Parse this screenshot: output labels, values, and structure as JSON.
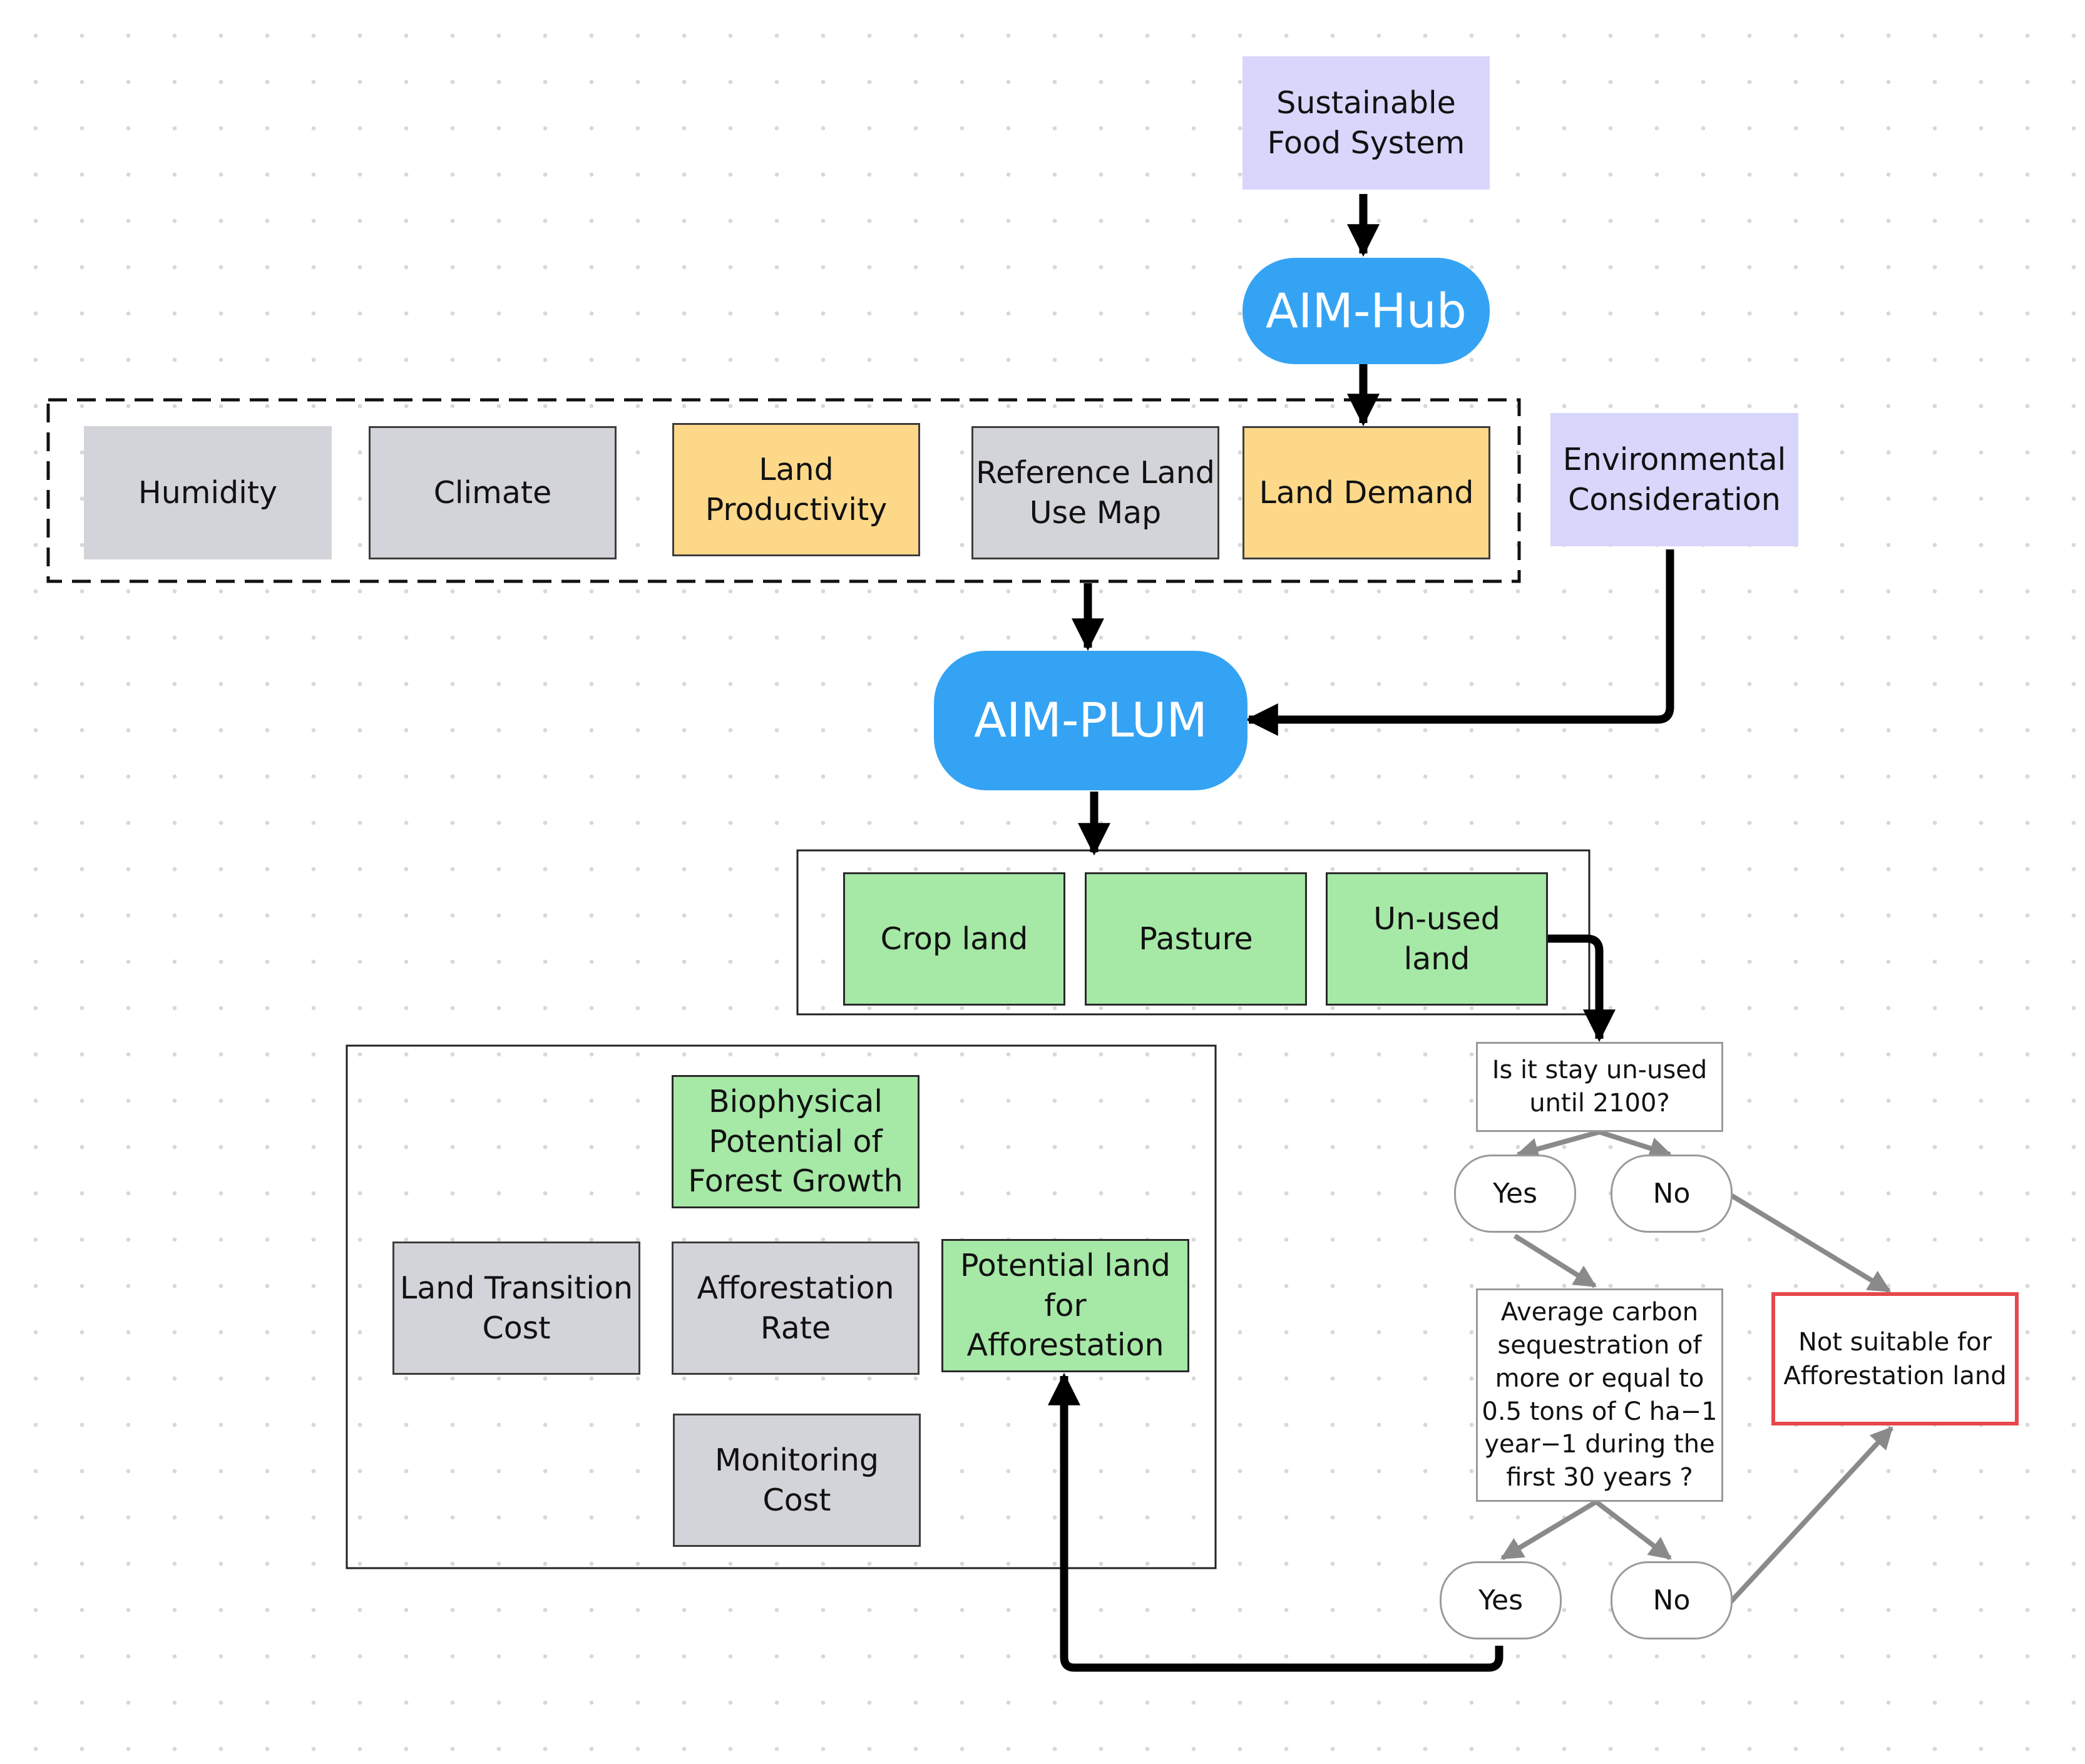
{
  "nodes": {
    "sustainable_food_system": "Sustainable\nFood System",
    "aim_hub": "AIM-Hub",
    "humidity": "Humidity",
    "climate": "Climate",
    "land_productivity": "Land\nProductivity",
    "reference_land_use_map": "Reference Land\nUse Map",
    "land_demand": "Land Demand",
    "environmental_consideration": "Environmental\nConsideration",
    "aim_plum": "AIM-PLUM",
    "crop_land": "Crop land",
    "pasture": "Pasture",
    "unused_land": "Un-used\nland",
    "biophysical_potential": "Biophysical\nPotential of\nForest Growth",
    "land_transition_cost": "Land Transition\nCost",
    "afforestation_rate": "Afforestation\nRate",
    "potential_land": "Potential land\nfor\nAfforestation",
    "monitoring_cost": "Monitoring\nCost",
    "question_unused": "Is it stay un-used\nuntil 2100?",
    "yes_1": "Yes",
    "no_1": "No",
    "question_sequestration": "Average carbon\nsequestration of\nmore or equal to\n0.5 tons of C ha−1\nyear−1 during the\nfirst 30 years ?",
    "yes_2": "Yes",
    "no_2": "No",
    "not_suitable": "Not suitable for\nAfforestation land"
  },
  "colors": {
    "input_gray": "#d3d4d9",
    "input_yellow": "#fdd889",
    "driver_lavender": "#d8d6fb",
    "model_blue": "#35a3f4",
    "land_green": "#a6e8a6",
    "reject_red": "#e5474b",
    "arrow_black": "#000000",
    "arrow_gray": "#8a8a8a"
  }
}
